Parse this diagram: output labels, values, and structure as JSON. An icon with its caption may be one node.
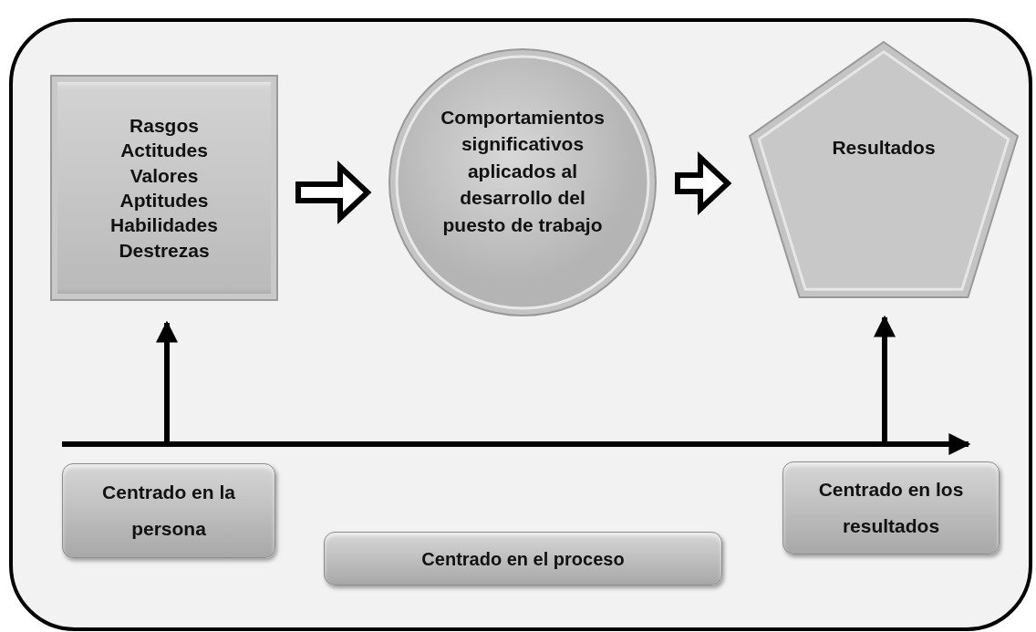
{
  "diagram": {
    "nodes": [
      {
        "text": [
          "Rasgos",
          "Actitudes",
          "Valores",
          "Aptitudes",
          "Habilidades",
          "Destrezas"
        ]
      },
      {
        "text": [
          "Comportamientos significativos aplicados al desarrollo del puesto de trabajo"
        ]
      },
      {
        "text": [
          "Resultados"
        ]
      },
      {
        "text": [
          "Centrado en la persona"
        ]
      },
      {
        "text": [
          "Centrado en el proceso"
        ]
      },
      {
        "text": [
          "Centrado en los resultados"
        ]
      }
    ],
    "edges": [
      {
        "from": 0,
        "to": 1,
        "arrow": "to",
        "style": "thick"
      },
      {
        "from": 1,
        "to": 2,
        "arrow": "to",
        "style": "thick"
      },
      {
        "from": null,
        "to": 0,
        "arrow": "to"
      },
      {
        "from": null,
        "to": 2,
        "arrow": "to"
      }
    ]
  }
}
